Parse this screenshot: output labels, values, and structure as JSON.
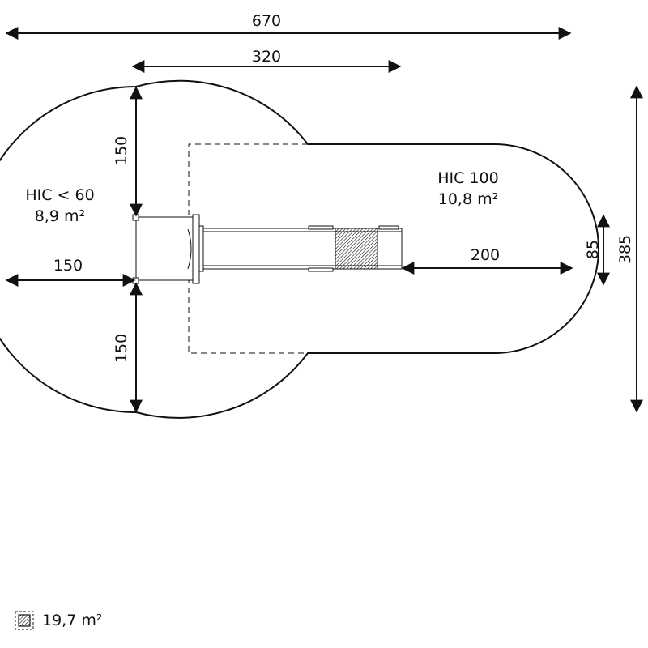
{
  "dimensions": {
    "overall_width": "670",
    "platform_span": "320",
    "overall_depth": "385",
    "slide_width": "85",
    "left_top_offset": "150",
    "left_side_offset": "150",
    "left_bottom_offset": "150",
    "slide_run_out": "200"
  },
  "zones": {
    "left_hic": "HIC < 60",
    "left_area": "8,9 m²",
    "right_hic": "HIC 100",
    "right_area": "10,8 m²"
  },
  "legend": {
    "icon": "hatched-square-icon",
    "total_area": "19,7 m²"
  },
  "colors": {
    "ink": "#111111",
    "background": "#ffffff"
  }
}
